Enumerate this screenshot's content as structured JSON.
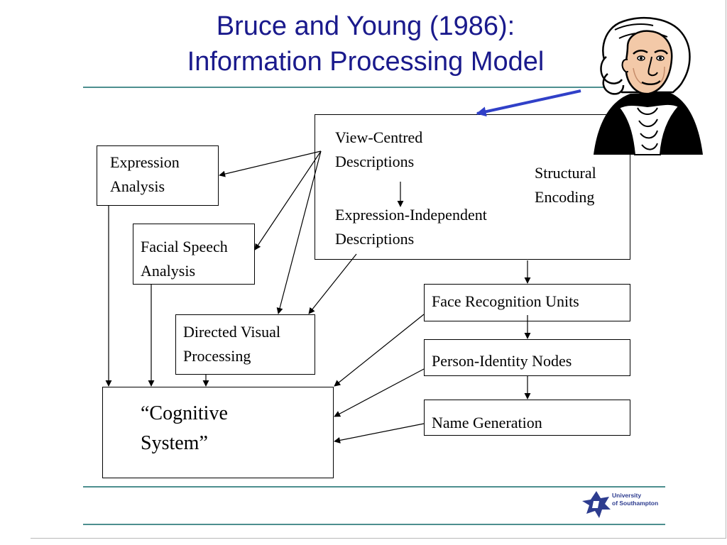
{
  "title": {
    "line1": "Bruce and Young (1986):",
    "line2": "Information Processing Model"
  },
  "diagram": {
    "structural_encoding": {
      "view_centred": [
        "View-Centred",
        "Descriptions"
      ],
      "expression_independent": [
        "Expression-Independent",
        "Descriptions"
      ],
      "label": [
        "Structural",
        "Encoding"
      ]
    },
    "expression_analysis": [
      "Expression",
      "Analysis"
    ],
    "facial_speech_analysis": [
      "Facial Speech",
      "Analysis"
    ],
    "directed_visual_processing": [
      "Directed Visual",
      "Processing"
    ],
    "cognitive_system": [
      "“Cognitive",
      "System”"
    ],
    "face_recognition_units": "Face Recognition Units",
    "person_identity_nodes": "Person-Identity Nodes",
    "name_generation": "Name Generation"
  },
  "logo": {
    "line1": "University",
    "line2": "of Southampton"
  },
  "colors": {
    "title": "#1a1a8c",
    "rule": "#4d8f8f",
    "pointer_arrow": "#3040c8",
    "logo": "#2d3c8f"
  }
}
